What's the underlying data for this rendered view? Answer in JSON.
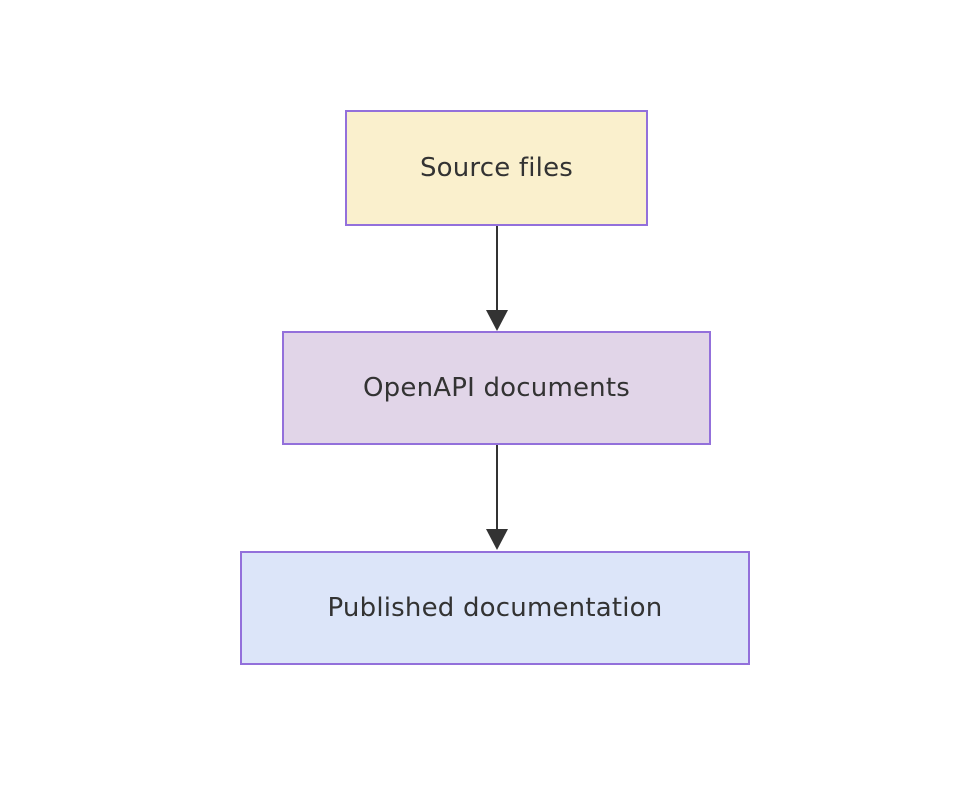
{
  "diagram": {
    "type": "flowchart",
    "direction": "top-down",
    "background": "#ffffff",
    "nodes": [
      {
        "id": "source-files",
        "label": "Source files",
        "fill": "#FAF0CD",
        "border_color": "#9370DB",
        "text_color": "#333333"
      },
      {
        "id": "openapi-documents",
        "label": "OpenAPI documents",
        "fill": "#E1D5E8",
        "border_color": "#9370DB",
        "text_color": "#333333"
      },
      {
        "id": "published-documentation",
        "label": "Published documentation",
        "fill": "#DCE5F9",
        "border_color": "#9370DB",
        "text_color": "#333333"
      }
    ],
    "edges": [
      {
        "from": "source-files",
        "to": "openapi-documents",
        "color": "#333333",
        "arrowhead": "triangle-down"
      },
      {
        "from": "openapi-documents",
        "to": "published-documentation",
        "color": "#333333",
        "arrowhead": "triangle-down"
      }
    ]
  }
}
